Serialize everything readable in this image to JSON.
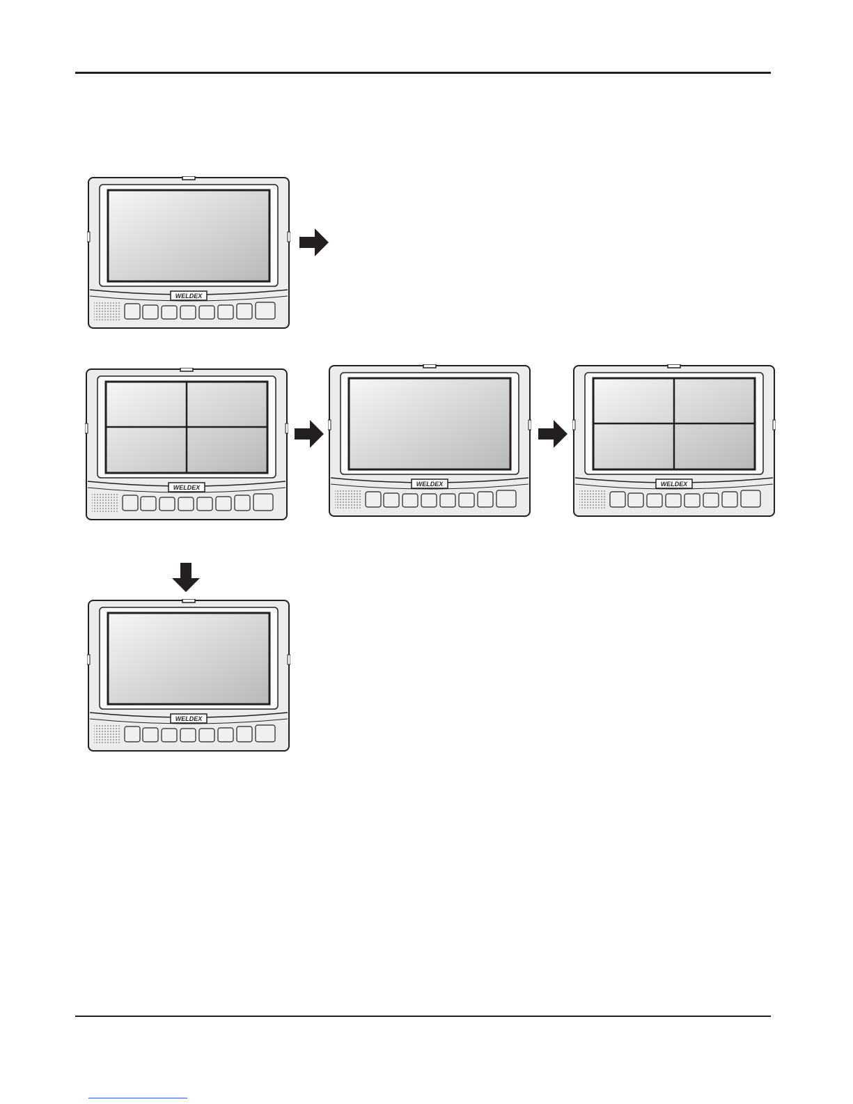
{
  "brand_label": "WELDEX",
  "colors": {
    "outline": "#231f20",
    "bezel": "#ececec",
    "screen_light": "#f4f4f4",
    "screen_dark": "#bdbdbd"
  },
  "monitors": [
    {
      "id": "single-view-start",
      "layout": "single"
    },
    {
      "id": "quad-view",
      "layout": "quad"
    },
    {
      "id": "single-view-middle",
      "layout": "single"
    },
    {
      "id": "quad-view-repeat",
      "layout": "quad"
    },
    {
      "id": "single-view-end",
      "layout": "single"
    }
  ],
  "arrows": [
    {
      "id": "arrow-1",
      "direction": "right"
    },
    {
      "id": "arrow-2",
      "direction": "right"
    },
    {
      "id": "arrow-3",
      "direction": "right"
    },
    {
      "id": "arrow-4",
      "direction": "down"
    }
  ]
}
